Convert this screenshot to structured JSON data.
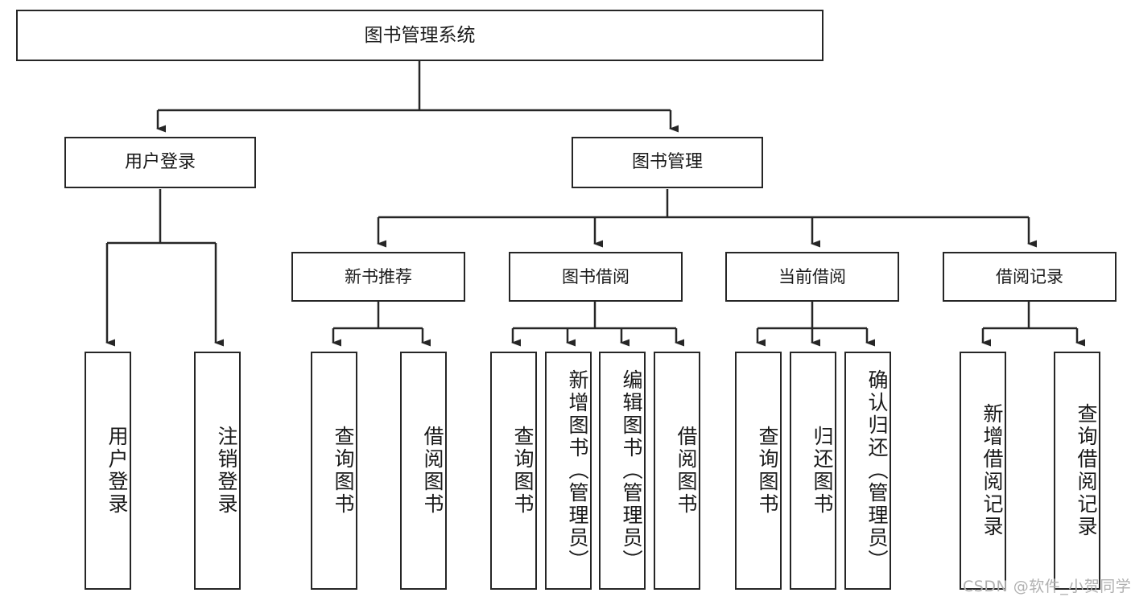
{
  "diagram": {
    "title": "图书管理系统",
    "type": "tree-hierarchy",
    "root": {
      "label": "图书管理系统"
    },
    "level2": [
      {
        "label": "用户登录"
      },
      {
        "label": "图书管理"
      }
    ],
    "level3": [
      {
        "label": "新书推荐"
      },
      {
        "label": "图书借阅"
      },
      {
        "label": "当前借阅"
      },
      {
        "label": "借阅记录"
      }
    ],
    "leaves": {
      "user_login": [
        {
          "label": "用户登录"
        },
        {
          "label": "注销登录"
        }
      ],
      "new_book_recommend": [
        {
          "label": "查询图书"
        },
        {
          "label": "借阅图书"
        }
      ],
      "book_borrow": [
        {
          "label": "查询图书"
        },
        {
          "label": "新增图书（管理员）"
        },
        {
          "label": "编辑图书（管理员）"
        },
        {
          "label": "借阅图书"
        }
      ],
      "current_borrow": [
        {
          "label": "查询图书"
        },
        {
          "label": "归还图书"
        },
        {
          "label": "确认归还（管理员）"
        }
      ],
      "borrow_record": [
        {
          "label": "新增借阅记录"
        },
        {
          "label": "查询借阅记录"
        }
      ]
    }
  },
  "watermark": {
    "text": "CSDN @软件_小贺同学"
  },
  "colors": {
    "stroke": "#262626",
    "text": "#1a1a1a",
    "background": "#ffffff",
    "watermark": "#b0b0b0"
  }
}
